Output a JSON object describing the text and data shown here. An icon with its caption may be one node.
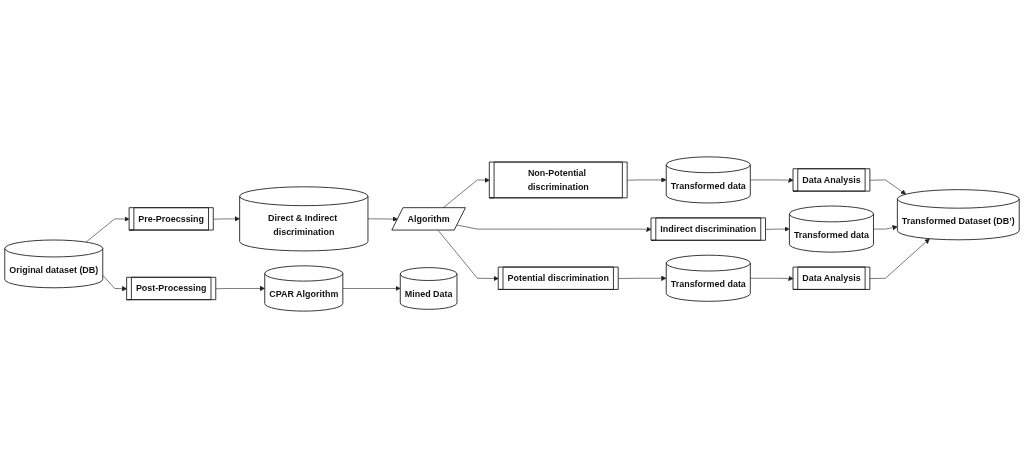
{
  "diagram": {
    "nodes": [
      {
        "text": [
          "Original dataset (DB)"
        ]
      },
      {
        "text": [
          "Pre-Proecssing"
        ]
      },
      {
        "text": [
          "Direct & Indirect discrimination"
        ]
      },
      {
        "text": [
          "Algorithm"
        ]
      },
      {
        "text": [
          "Potential discrimination"
        ]
      },
      {
        "text": [
          "Non-Potential discrimination"
        ]
      },
      {
        "text": [
          "Indirect discrimination"
        ]
      },
      {
        "text": [
          "Transformed data"
        ]
      },
      {
        "text": [
          "Transformed data"
        ]
      },
      {
        "text": [
          "Transformed data"
        ]
      },
      {
        "text": [
          "Data Analysis"
        ]
      },
      {
        "text": [
          "Data Analysis"
        ]
      },
      {
        "text": [
          "Transformed Dataset (DB’)"
        ]
      },
      {
        "text": [
          "Post-Processing"
        ]
      },
      {
        "text": [
          "CPAR Algorithm"
        ]
      },
      {
        "text": [
          "Mined Data"
        ]
      }
    ],
    "edges": [
      {
        "from": 0,
        "to": 1,
        "arrow": "to"
      },
      {
        "from": 1,
        "to": 2,
        "arrow": "to"
      },
      {
        "from": 2,
        "to": 3,
        "arrow": "to"
      },
      {
        "from": 3,
        "to": 4,
        "arrow": "to"
      },
      {
        "from": 3,
        "to": 5,
        "arrow": "to"
      },
      {
        "from": 3,
        "to": 6,
        "arrow": "to"
      },
      {
        "from": 4,
        "to": 7,
        "arrow": "to"
      },
      {
        "from": 5,
        "to": 8,
        "arrow": "to"
      },
      {
        "from": 6,
        "to": 9,
        "arrow": "to"
      },
      {
        "from": 7,
        "to": 10,
        "arrow": "to"
      },
      {
        "from": 8,
        "to": 11,
        "arrow": "to"
      },
      {
        "from": 11,
        "to": 12,
        "arrow": "to"
      },
      {
        "from": 9,
        "to": 12,
        "arrow": "to"
      },
      {
        "from": 10,
        "to": 12,
        "arrow": "to"
      },
      {
        "from": 0,
        "to": 13,
        "arrow": "to"
      },
      {
        "from": 13,
        "to": 14,
        "arrow": "to"
      },
      {
        "from": 14,
        "to": 15,
        "arrow": "to"
      }
    ]
  }
}
